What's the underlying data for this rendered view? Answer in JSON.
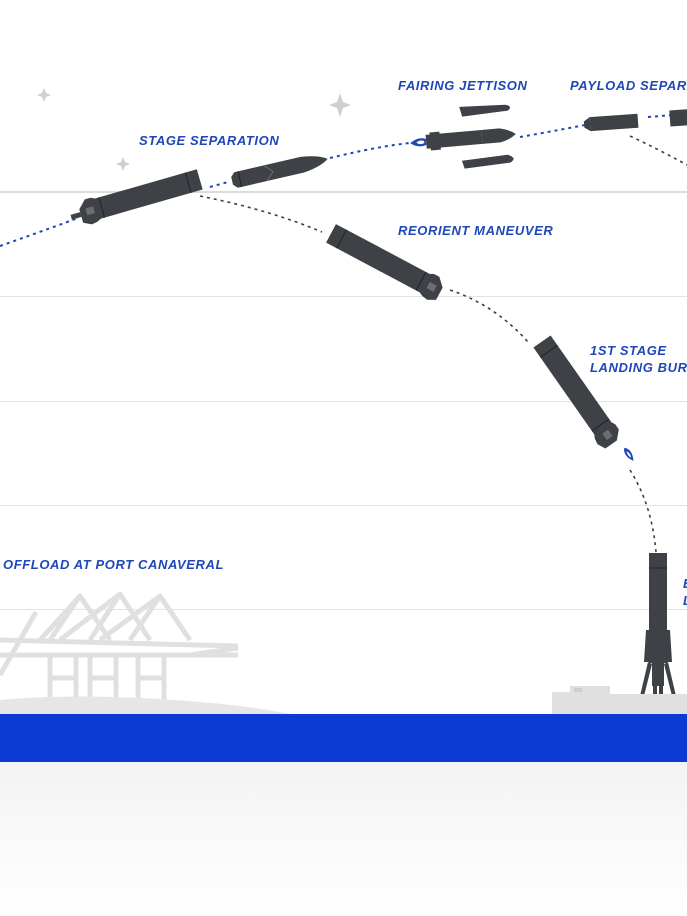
{
  "labels": {
    "fairing_jettison": "FAIRING JETTISON",
    "payload_separation": "PAYLOAD SEPARA",
    "stage_separation": "STAGE SEPARATION",
    "reorient_maneuver": "REORIENT MANEUVER",
    "landing_burn_line1": "1ST STAGE",
    "landing_burn_line2": "LANDING BURN",
    "offload": "OFFLOAD AT PORT CANAVERAL",
    "edge_line1": "E",
    "edge_line2": "L"
  },
  "colors": {
    "accent": "#1f47b8",
    "ocean": "#0b3bd2",
    "rocket": "#3e4146",
    "rocket_stroke": "#2b2d31",
    "light_gray": "#e0e0e0",
    "trajectory_dots": "#3d3f44"
  },
  "icons": [
    "sparkle-icon",
    "engine-flame-icon",
    "crane-icon",
    "droneship-icon"
  ]
}
